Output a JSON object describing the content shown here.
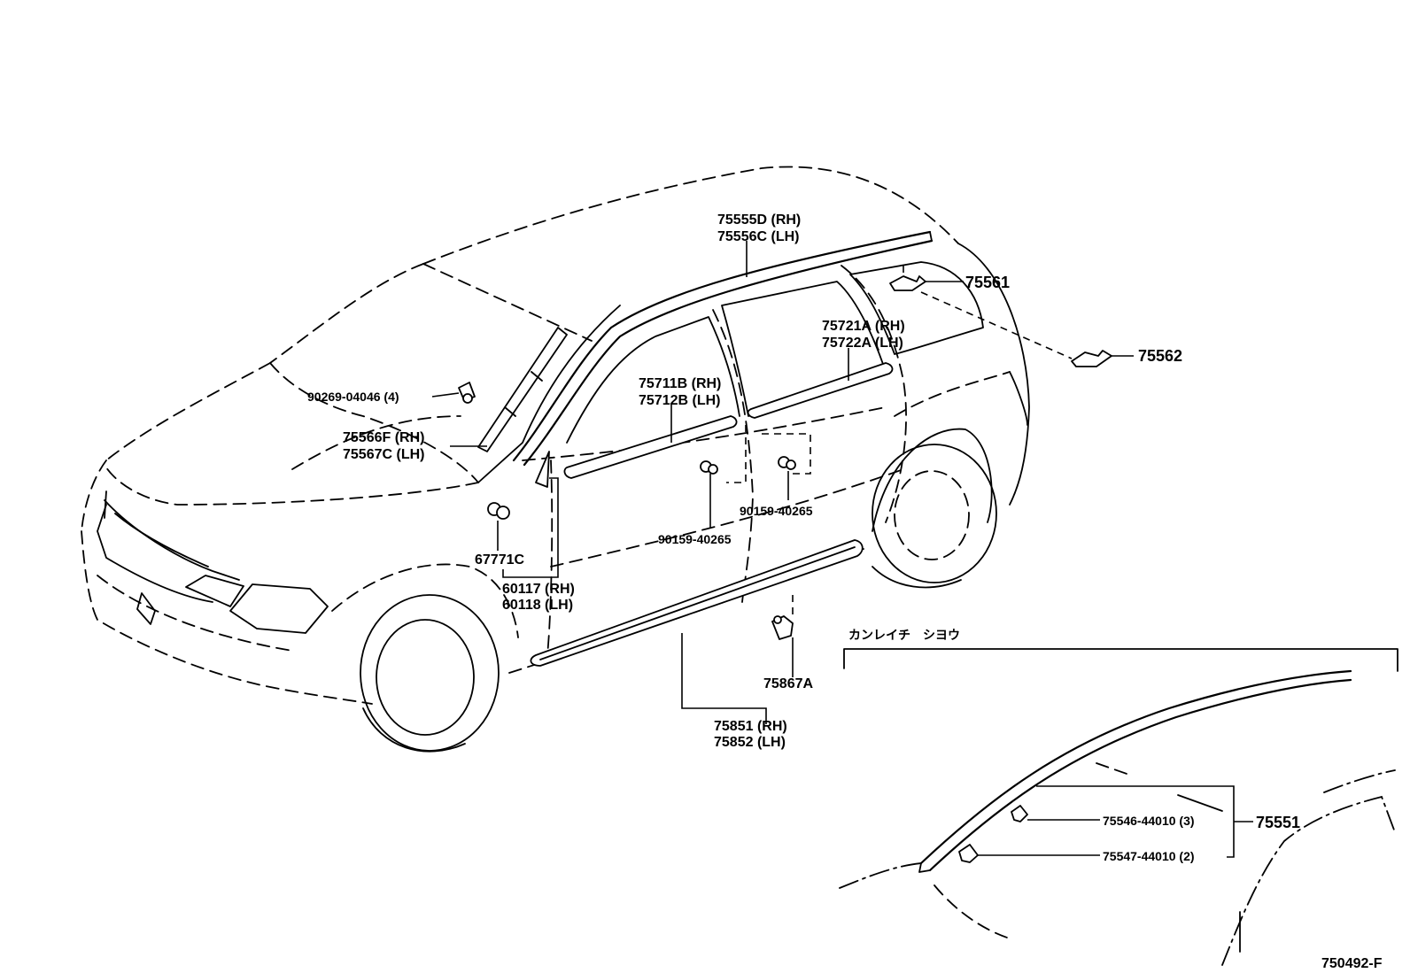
{
  "callouts": {
    "roof_molding_rh": "75555D (RH)",
    "roof_molding_lh": "75556C (LH)",
    "clip_75561": "75561",
    "clip_75562": "75562",
    "rear_belt_molding_rh": "75721A (RH)",
    "rear_belt_molding_lh": "75722A (LH)",
    "front_belt_molding_rh": "75711B (RH)",
    "front_belt_molding_lh": "75712B (LH)",
    "clip_90269": "90269-04046 (4)",
    "pillar_molding_rh": "75566F (RH)",
    "pillar_molding_lh": "75567C (LH)",
    "screw_rear": "90159-40265",
    "screw_front": "90159-40265",
    "clip_67771c": "67771C",
    "cover_rh": "60117 (RH)",
    "cover_lh": "60118 (LH)",
    "rocker_clip": "75867A",
    "rocker_molding_rh": "75851 (RH)",
    "rocker_molding_lh": "75852 (LH)"
  },
  "inset": {
    "title": "カンレイチ　シヨウ",
    "clip_a": "75546-44010 (3)",
    "clip_b": "75547-44010 (2)",
    "assembly": "75551"
  },
  "diagram_id": "750492-F"
}
